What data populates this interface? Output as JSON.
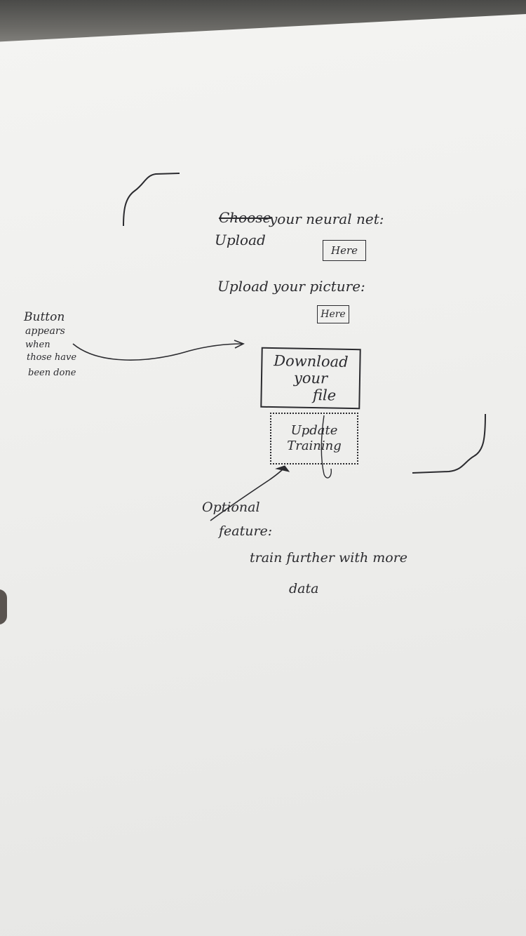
{
  "neural_net": {
    "struck_word": "Choose",
    "prompt": "your neural net:",
    "replacement": "Upload",
    "button": "Here"
  },
  "picture": {
    "prompt": "Upload your picture:",
    "button": "Here"
  },
  "download": {
    "line1": "Download",
    "line2": "your",
    "line3": "file"
  },
  "update": {
    "line1": "Update",
    "line2": "Training"
  },
  "button_note": {
    "line1": "Button",
    "line2": "appears",
    "line3": "when",
    "line4": "those have",
    "line5": "been done"
  },
  "optional_note": {
    "line1": "Optional",
    "line2": "feature:",
    "line3": "train further with more",
    "line4": "data"
  }
}
